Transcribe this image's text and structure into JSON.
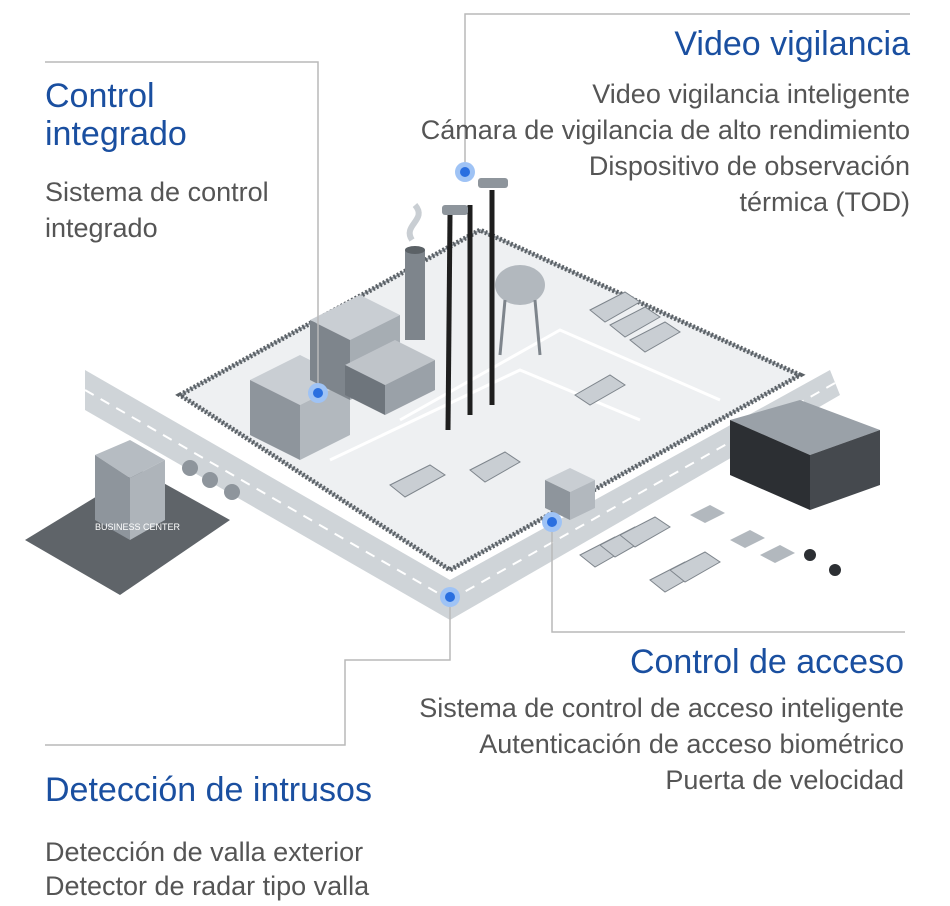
{
  "callouts": {
    "video": {
      "title": "Video vigilancia",
      "items": [
        "Video vigilancia inteligente",
        "Cámara de vigilancia de alto rendimiento",
        "Dispositivo de observación",
        "térmica (TOD)"
      ]
    },
    "control": {
      "title_line1": "Control",
      "title_line2": "integrado",
      "items": [
        "Sistema de control",
        "integrado"
      ]
    },
    "access": {
      "title": "Control de acceso",
      "items": [
        "Sistema de control de acceso inteligente",
        "Autenticación de acceso biométrico",
        "Puerta de velocidad"
      ]
    },
    "intrusion": {
      "title": "Detección de intrusos",
      "items": [
        "Detección de valla exterior",
        "Detector de radar tipo valla"
      ]
    }
  },
  "signs": {
    "business_center": "BUSINESS CENTER"
  },
  "colors": {
    "accent": "#1a4fa0",
    "text": "#555555",
    "marker": "#2a6fe0",
    "leader_line": "#b9b9b9"
  }
}
